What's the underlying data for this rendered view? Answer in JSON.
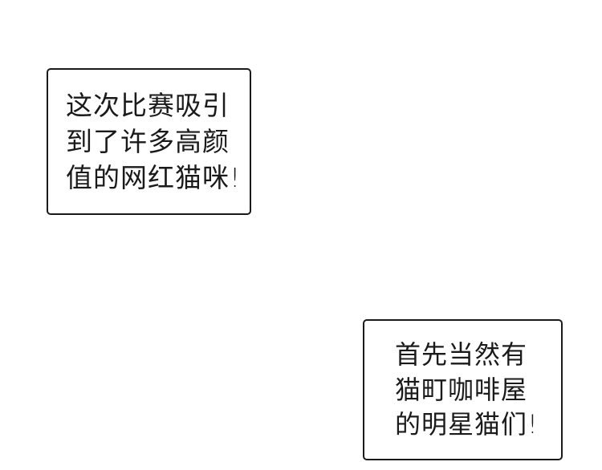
{
  "captions": [
    {
      "lines": [
        "这次比赛吸引",
        "到了许多高颜",
        "值的网红猫咪!"
      ]
    },
    {
      "lines": [
        "首先当然有",
        "猫町咖啡屋",
        "的明星猫们!"
      ]
    }
  ]
}
